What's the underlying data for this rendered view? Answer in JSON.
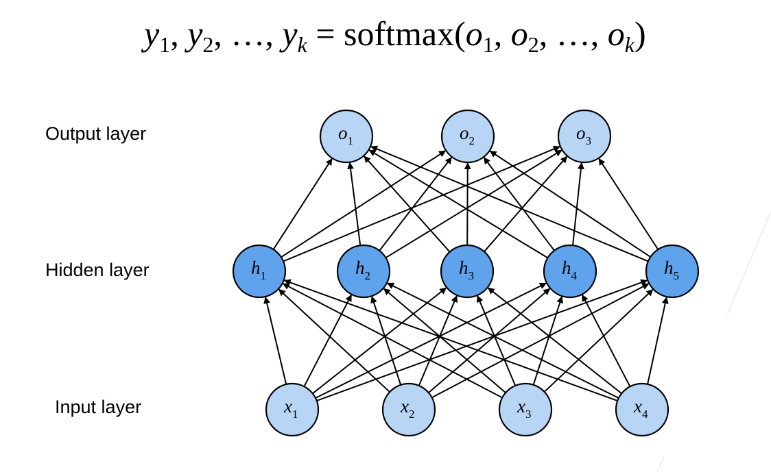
{
  "formula": {
    "text": "y1, y2, …, yk = softmax(o1, o2, …, ok)",
    "y": "y",
    "o": "o",
    "comma": ",",
    "ellipsis": "…,",
    "k": "k",
    "equals": "=",
    "softmax": "softmax(",
    "close_paren": ")",
    "one": "1",
    "two": "2"
  },
  "layers": {
    "output_label": "Output layer",
    "hidden_label": "Hidden layer",
    "input_label": "Input layer"
  },
  "colors": {
    "input_fill": "#b9d5f5",
    "hidden_fill": "#5fa3ec",
    "output_fill": "#b9d5f5",
    "edge": "#000000"
  },
  "nodes": {
    "output": [
      {
        "var": "o",
        "sub": "1"
      },
      {
        "var": "o",
        "sub": "2"
      },
      {
        "var": "o",
        "sub": "3"
      }
    ],
    "hidden": [
      {
        "var": "h",
        "sub": "1"
      },
      {
        "var": "h",
        "sub": "2"
      },
      {
        "var": "h",
        "sub": "3"
      },
      {
        "var": "h",
        "sub": "4"
      },
      {
        "var": "h",
        "sub": "5"
      }
    ],
    "input": [
      {
        "var": "x",
        "sub": "1"
      },
      {
        "var": "x",
        "sub": "2"
      },
      {
        "var": "x",
        "sub": "3"
      },
      {
        "var": "x",
        "sub": "4"
      }
    ]
  }
}
